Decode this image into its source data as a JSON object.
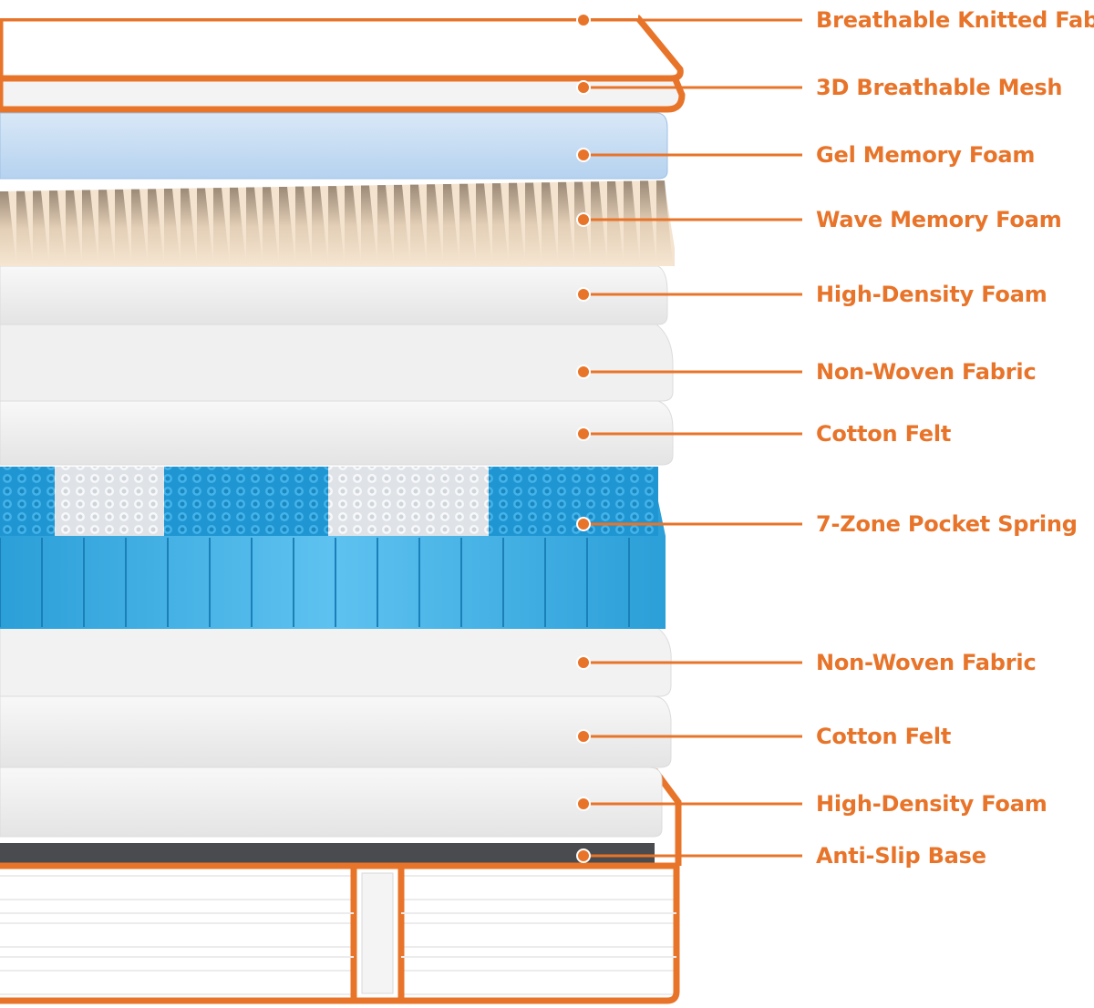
{
  "accent_color": "#e8742a",
  "layers": [
    {
      "label": "Breathable Knitted Fabric",
      "icon": "knitted-fabric-layer"
    },
    {
      "label": "3D Breathable Mesh",
      "icon": "mesh-layer"
    },
    {
      "label": "Gel Memory Foam",
      "icon": "gel-foam-layer",
      "color": "#bcd8f2"
    },
    {
      "label": "Wave Memory Foam",
      "icon": "wave-foam-layer",
      "color": "#f2dcc4"
    },
    {
      "label": "High-Density Foam",
      "icon": "foam-layer"
    },
    {
      "label": "Non-Woven Fabric",
      "icon": "fabric-layer"
    },
    {
      "label": "Cotton Felt",
      "icon": "felt-layer"
    },
    {
      "label": "7-Zone Pocket Spring",
      "icon": "pocket-spring-layer",
      "color": "#29a3dc"
    },
    {
      "label": "Non-Woven Fabric",
      "icon": "fabric-layer"
    },
    {
      "label": "Cotton Felt",
      "icon": "felt-layer"
    },
    {
      "label": "High-Density Foam",
      "icon": "foam-layer"
    },
    {
      "label": "Anti-Slip Base",
      "icon": "base-layer",
      "color": "#4a4a4a"
    }
  ]
}
